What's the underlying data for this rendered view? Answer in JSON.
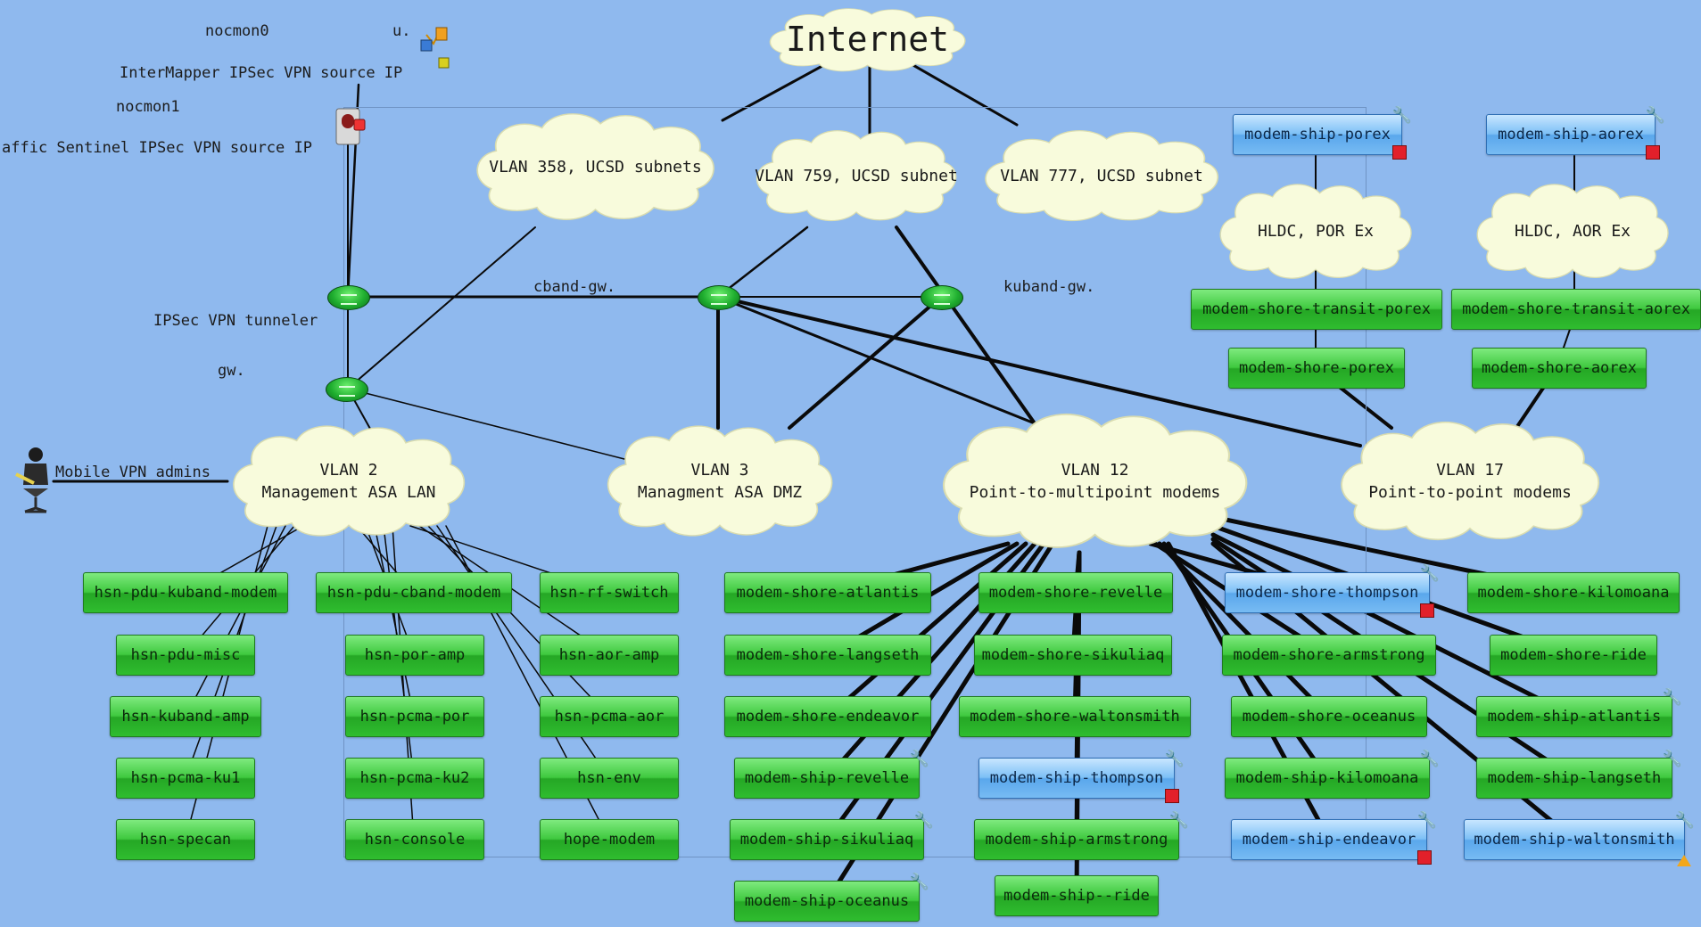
{
  "internet": "Internet",
  "clouds": {
    "vlan358": [
      "VLAN 358, UCSD subnets"
    ],
    "vlan759": [
      "VLAN 759, UCSD subnet"
    ],
    "vlan777": [
      "VLAN 777, UCSD subnet"
    ],
    "hldc_por": [
      "HLDC, POR Ex"
    ],
    "hldc_aor": [
      "HLDC, AOR Ex"
    ],
    "vlan2": [
      "VLAN 2",
      "Management ASA LAN"
    ],
    "vlan3": [
      "VLAN 3",
      "Managment ASA DMZ"
    ],
    "vlan12": [
      "VLAN 12",
      "Point-to-multipoint modems"
    ],
    "vlan17": [
      "VLAN 17",
      "Point-to-point modems"
    ]
  },
  "labels": {
    "nocmon0": "nocmon0",
    "nocmon0_u": "u.",
    "intermapper": "InterMapper IPSec VPN source IP",
    "nocmon1": "nocmon1",
    "traffic_sentinel": "affic Sentinel IPSec VPN source IP",
    "cband_gw": "cband-gw.",
    "kuband_gw": "kuband-gw.",
    "ipsec_tunneler": "IPSec VPN tunneler",
    "gw": "gw.",
    "mobile_vpn": "Mobile VPN admins"
  },
  "nodes": {
    "modem_ship_porex": "modem-ship-porex",
    "modem_ship_aorex": "modem-ship-aorex",
    "transit_porex": "modem-shore-transit-porex",
    "transit_aorex": "modem-shore-transit-aorex",
    "shore_porex": "modem-shore-porex",
    "shore_aorex": "modem-shore-aorex",
    "hsn_pdu_kuband_modem": "hsn-pdu-kuband-modem",
    "hsn_pdu_cband_modem": "hsn-pdu-cband-modem",
    "hsn_rf_switch": "hsn-rf-switch",
    "hsn_pdu_misc": "hsn-pdu-misc",
    "hsn_por_amp": "hsn-por-amp",
    "hsn_aor_amp": "hsn-aor-amp",
    "hsn_kuband_amp": "hsn-kuband-amp",
    "hsn_pcma_por": "hsn-pcma-por",
    "hsn_pcma_aor": "hsn-pcma-aor",
    "hsn_pcma_ku1": "hsn-pcma-ku1",
    "hsn_pcma_ku2": "hsn-pcma-ku2",
    "hsn_env": "hsn-env",
    "hsn_specan": "hsn-specan",
    "hsn_console": "hsn-console",
    "hope_modem": "hope-modem",
    "shore_atlantis": "modem-shore-atlantis",
    "shore_revelle": "modem-shore-revelle",
    "shore_thompson": "modem-shore-thompson",
    "shore_kilomoana": "modem-shore-kilomoana",
    "shore_langseth": "modem-shore-langseth",
    "shore_sikuliaq": "modem-shore-sikuliaq",
    "shore_armstrong": "modem-shore-armstrong",
    "shore_ride": "modem-shore-ride",
    "shore_endeavor": "modem-shore-endeavor",
    "shore_waltonsmith": "modem-shore-waltonsmith",
    "shore_oceanus": "modem-shore-oceanus",
    "ship_atlantis": "modem-ship-atlantis",
    "ship_revelle": "modem-ship-revelle",
    "ship_thompson": "modem-ship-thompson",
    "ship_kilomoana": "modem-ship-kilomoana",
    "ship_langseth": "modem-ship-langseth",
    "ship_sikuliaq": "modem-ship-sikuliaq",
    "ship_armstrong": "modem-ship-armstrong",
    "ship_endeavor": "modem-ship-endeavor",
    "ship_waltonsmith": "modem-ship-waltonsmith",
    "ship_oceanus": "modem-ship-oceanus",
    "ship_ride": "modem-ship--ride"
  },
  "colors": {
    "background": "#8fb9ee",
    "node_ok": "#3fc93f",
    "node_unknown": "#7dc0f6",
    "status_down": "#e2202a",
    "status_warning": "#f2a71b",
    "cloud_fill": "#f8fbdc"
  },
  "icons": {
    "server": "server-icon",
    "router": "router-icon",
    "person": "person-at-desk-icon",
    "wrench": "wrench-icon"
  }
}
